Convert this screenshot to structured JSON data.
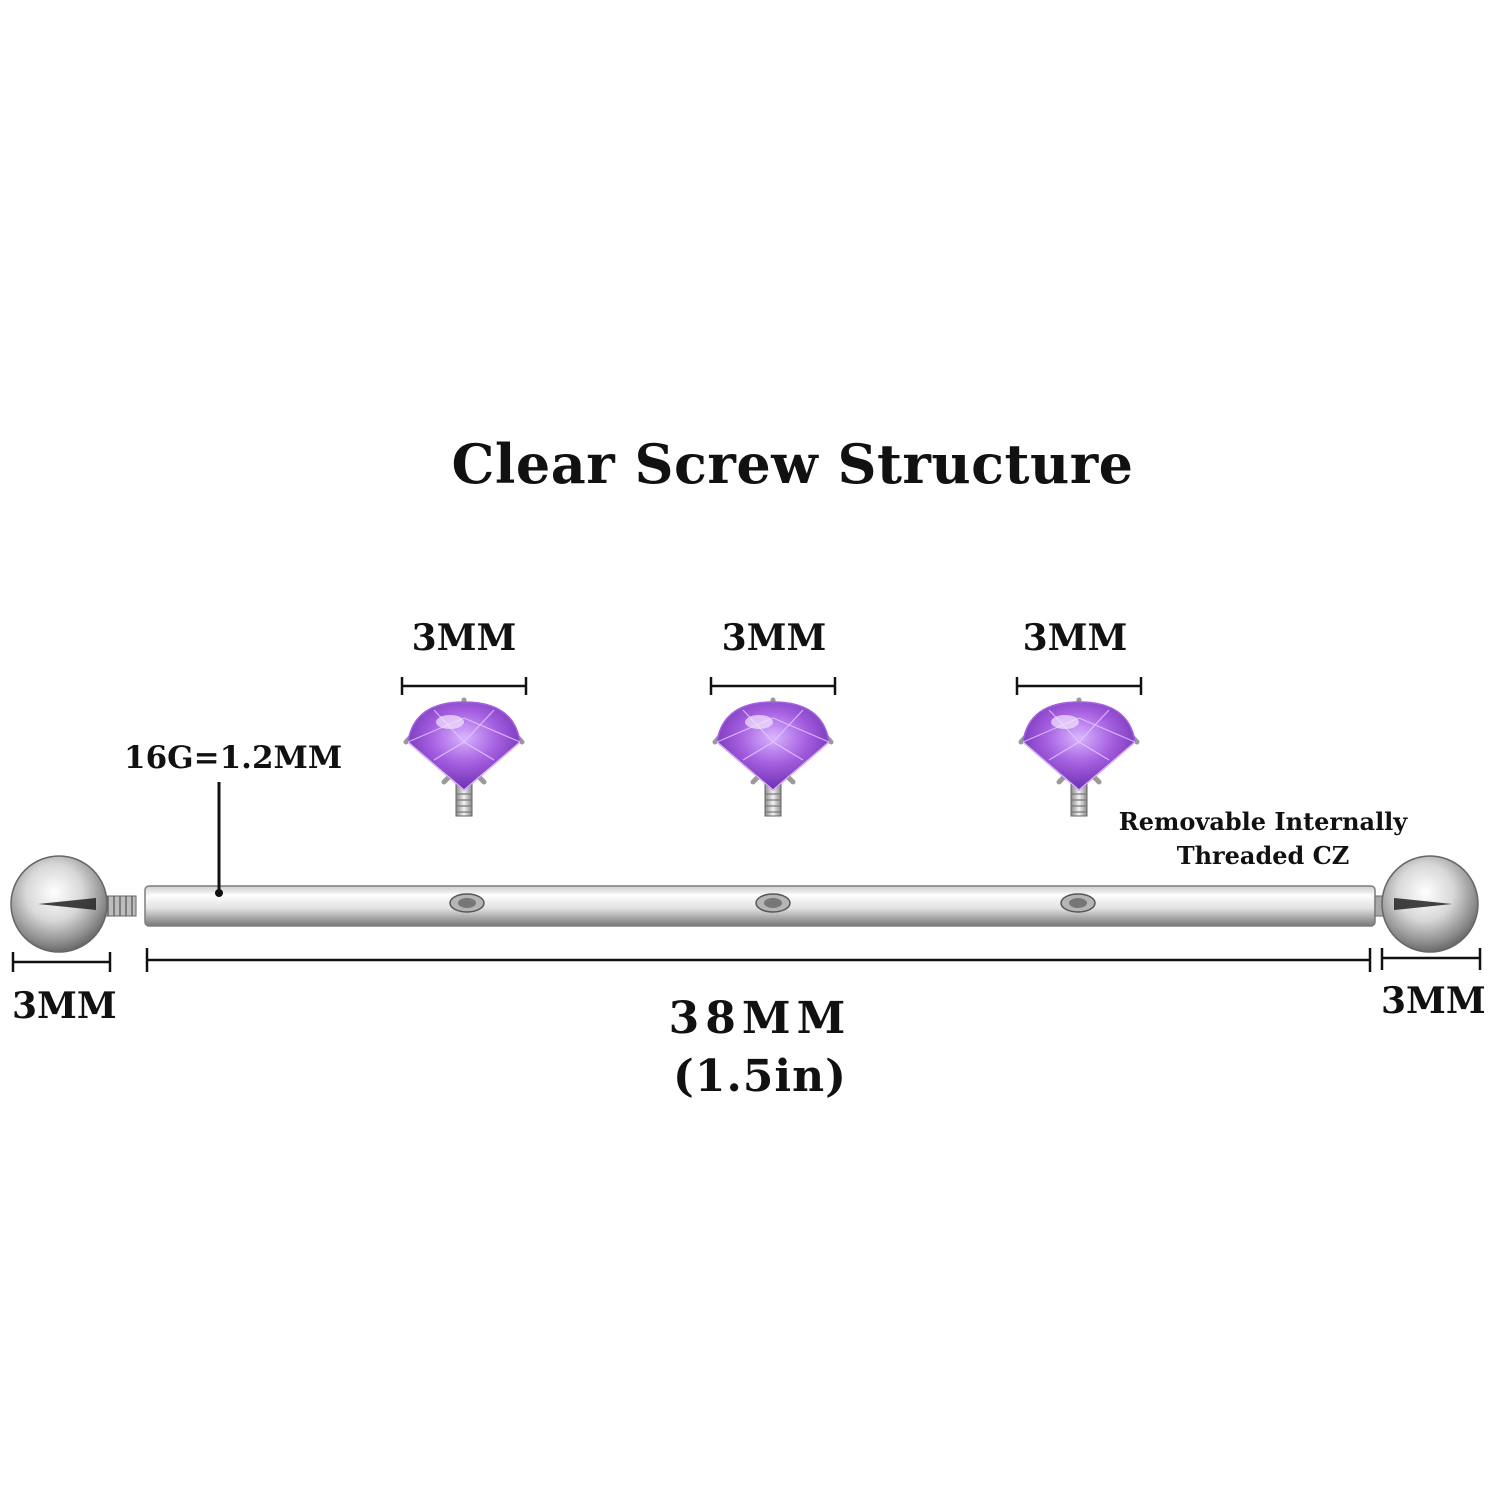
{
  "title": "Clear Screw Structure",
  "gauge_label": "16G=1.2MM",
  "gems": [
    {
      "label": "3MM",
      "color": "#9b59d6"
    },
    {
      "label": "3MM",
      "color": "#9b59d6"
    },
    {
      "label": "3MM",
      "color": "#9b59d6"
    }
  ],
  "removable_label": "Removable Internally Threaded CZ",
  "left_ball_label": "3MM",
  "right_ball_label": "3MM",
  "bar_length": {
    "mm": "38MM",
    "inch": "(1.5in)"
  },
  "colors": {
    "metal_light": "#f4f4f4",
    "metal_dark": "#8a8a8a",
    "gem": "#a55fe0",
    "text": "#111111"
  },
  "icons": [
    "steel-ball-icon",
    "cz-gem-icon",
    "barbell-bar-icon"
  ]
}
